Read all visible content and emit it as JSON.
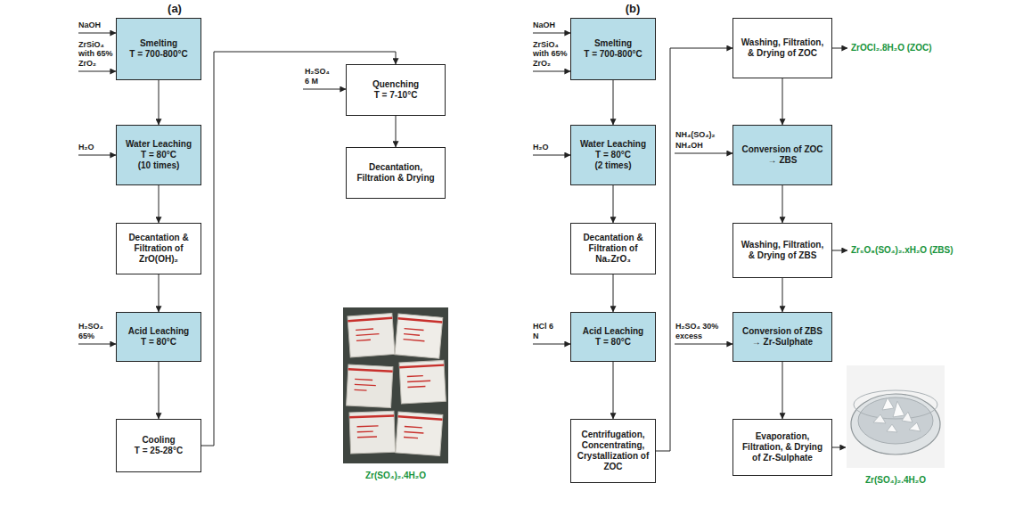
{
  "diagram": {
    "nodes": [
      {
        "text": [
          "Smelting",
          "T = 700-800°C"
        ]
      },
      {
        "text": [
          "Water Leaching",
          "T = 80°C",
          "(10 times)"
        ]
      },
      {
        "text": [
          "Decantation & Filtration of ZrO(OH)₂"
        ]
      },
      {
        "text": [
          "Acid Leaching",
          "T = 80°C"
        ]
      },
      {
        "text": [
          "Cooling",
          "T = 25-28°C"
        ]
      },
      {
        "text": [
          "Quenching",
          "T = 7-10°C"
        ]
      },
      {
        "text": [
          "Decantation, Filtration & Drying"
        ]
      },
      {
        "text": [
          "Smelting",
          "T = 700-800°C"
        ]
      },
      {
        "text": [
          "Water Leaching",
          "T = 80°C",
          "(2 times)"
        ]
      },
      {
        "text": [
          "Decantation & Filtration of Na₂ZrO₃"
        ]
      },
      {
        "text": [
          "Acid Leaching",
          "T = 80°C"
        ]
      },
      {
        "text": [
          "Centrifugation, Concentrating, Crystallization of ZOC"
        ]
      },
      {
        "text": [
          "Washing, Filtration, & Drying of ZOC"
        ]
      },
      {
        "text": [
          "Conversion of ZOC → ZBS"
        ]
      },
      {
        "text": [
          "Washing, Filtration, & Drying of ZBS"
        ]
      },
      {
        "text": [
          "Conversion of ZBS → Zr-Sulphate"
        ]
      },
      {
        "text": [
          "Evaporation, Filtration, & Drying of Zr-Sulphate"
        ]
      }
    ],
    "edges": [
      {
        "from": 0,
        "to": 1,
        "arrow": "to"
      },
      {
        "from": 1,
        "to": 2,
        "arrow": "to"
      },
      {
        "from": 2,
        "to": 3,
        "arrow": "to"
      },
      {
        "from": 3,
        "to": 4,
        "arrow": "to"
      },
      {
        "from": 4,
        "to": 5,
        "arrow": "to"
      },
      {
        "from": 5,
        "to": 6,
        "arrow": "to"
      },
      {
        "from": 7,
        "to": 8,
        "arrow": "to"
      },
      {
        "from": 8,
        "to": 9,
        "arrow": "to"
      },
      {
        "from": 9,
        "to": 10,
        "arrow": "to"
      },
      {
        "from": 10,
        "to": 11,
        "arrow": "to"
      },
      {
        "from": 11,
        "to": 12,
        "arrow": "to"
      },
      {
        "from": 12,
        "to": 13,
        "arrow": "to"
      },
      {
        "from": 13,
        "to": 14,
        "arrow": "to"
      },
      {
        "from": 14,
        "to": 15,
        "arrow": "to"
      },
      {
        "from": 15,
        "to": 16,
        "arrow": "to"
      }
    ],
    "labels": [
      "(a)",
      "NaOH",
      "ZrSiO₄ with 65% ZrO₂",
      "H₂O",
      "H₂SO₄ 65%",
      "H₂SO₄ 6 M",
      "Zr(SO₄)₂.4H₂O",
      "(b)",
      "NaOH",
      "ZrSiO₄ with 65% ZrO₂",
      "H₂O",
      "HCl 6 N",
      "ZrOCl₂.8H₂O (ZOC)",
      "NH₄(SO₄)₂",
      "NH₄OH",
      "Zr₅O₈(SO₄)₂.xH₂O (ZBS)",
      "H₂SO₄ 30% excess",
      "Zr(SO₄)₂.4H₂O"
    ]
  }
}
